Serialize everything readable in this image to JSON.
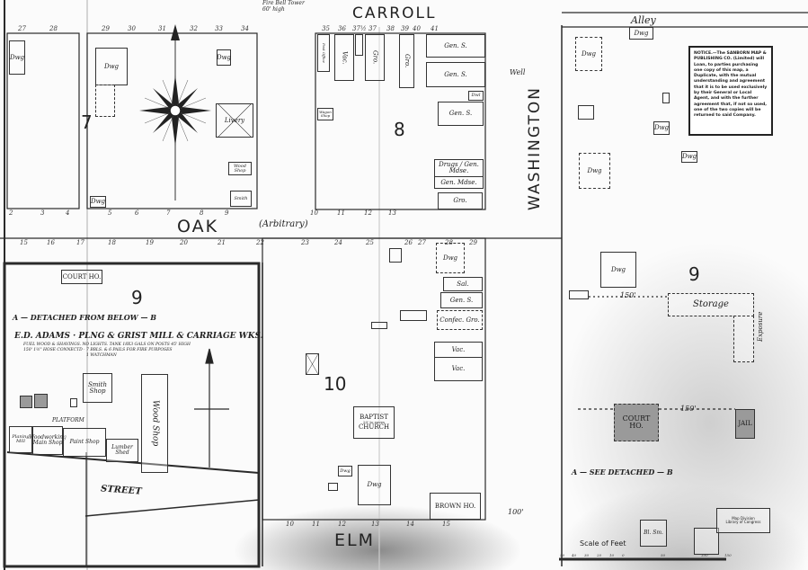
{
  "streets": {
    "carroll": "CARROLL",
    "oak": "OAK",
    "oak_note": "(Arbitrary)",
    "elm": "ELM",
    "washington": "WASHINGTON",
    "alley": "Alley",
    "street": "STREET"
  },
  "blocks": {
    "b7": "7",
    "b8": "8",
    "b9_left": "9",
    "b9_right": "9",
    "b10": "10"
  },
  "fire_bell": "Fire Bell Tower 60' high",
  "well": "Well",
  "notice": "NOTICE.—The SANBORN MAP & PUBLISHING CO. (Limited) will Loan, to parties purchasing one copy of this map, a Duplicate, with the mutual understanding and agreement that it is to be used exclusively by their General or Local Agent, and with the further agreement that, if not so used, one of the two copies will be returned to said Company.",
  "detached": {
    "left": "A — DETACHED FROM BELOW — B",
    "right": "A — SEE DETACHED — B"
  },
  "adams": {
    "title": "E.D. ADAMS · PLNG & GRIST MILL & CARRIAGE WKS.",
    "note1": "FUEL WOOD & SHAVINGS. NO LIGHTS. TANK 18X3 GALS ON POSTS 45' HIGH",
    "note2": "150' 1½\" HOSE CONNECTD · 7 BBLS. & 6 PAILS FOR FIRE PURPOSES",
    "note3": "1 WATCHMAN"
  },
  "buildings": {
    "dwg": "Dwg",
    "livery": "Livery",
    "wood_shop_small": "Wood Shop",
    "smith": "Smith",
    "vac": "Vac.",
    "gro": "Gro.",
    "gen_s": "Gen. S.",
    "dwl": "Dwl",
    "drugs": "Drugs / Gen. Mdse.",
    "gen_mdse": "Gen. Mdse.",
    "wagon": "Wagon Shop",
    "post_office": "Post Office",
    "sal": "Sal.",
    "confec": "Confec. Gro.",
    "baptist": "BAPTIST",
    "baptist_note": "20' to eaves",
    "church": "CHURCH",
    "brown": "BROWN HO.",
    "court_ho": "COURT HO.",
    "jail": "JAIL",
    "storage": "Storage",
    "exposure": "Exposure",
    "br_sm": "Bl. Sm.",
    "court_small": "COURT HO.",
    "smith_shop": "Smith Shop",
    "wood_shop": "Wood Shop",
    "planing": "Planing Mill",
    "main_shop": "Woodworking Main Shop",
    "paint": "Paint Shop",
    "lumber": "Lumber Shed",
    "platform": "PLATFORM",
    "dist150": "150'"
  },
  "lots": {
    "top7a": [
      "27",
      "28"
    ],
    "top7b": [
      "29",
      "30",
      "31",
      "32",
      "33",
      "34"
    ],
    "top8": [
      "35",
      "36",
      "37½",
      "37",
      "38",
      "39",
      "40",
      "41"
    ],
    "oak_n": [
      "2",
      "3",
      "4",
      "5",
      "6",
      "7",
      "8",
      "9",
      "10",
      "11",
      "12",
      "13"
    ],
    "oak_s": [
      "15",
      "16",
      "17",
      "18",
      "19",
      "20",
      "21",
      "22",
      "23",
      "24",
      "25",
      "26",
      "27",
      "28",
      "29"
    ],
    "elm": [
      "10",
      "11",
      "12",
      "13",
      "14",
      "15"
    ]
  },
  "scale": {
    "title": "Scale of Feet",
    "ticks": [
      "50",
      "40",
      "30",
      "20",
      "10",
      "0",
      "50",
      "100",
      "150"
    ]
  },
  "library": {
    "line1": "Map Division",
    "line2": "Library of Congress"
  },
  "elev_100": "100'"
}
